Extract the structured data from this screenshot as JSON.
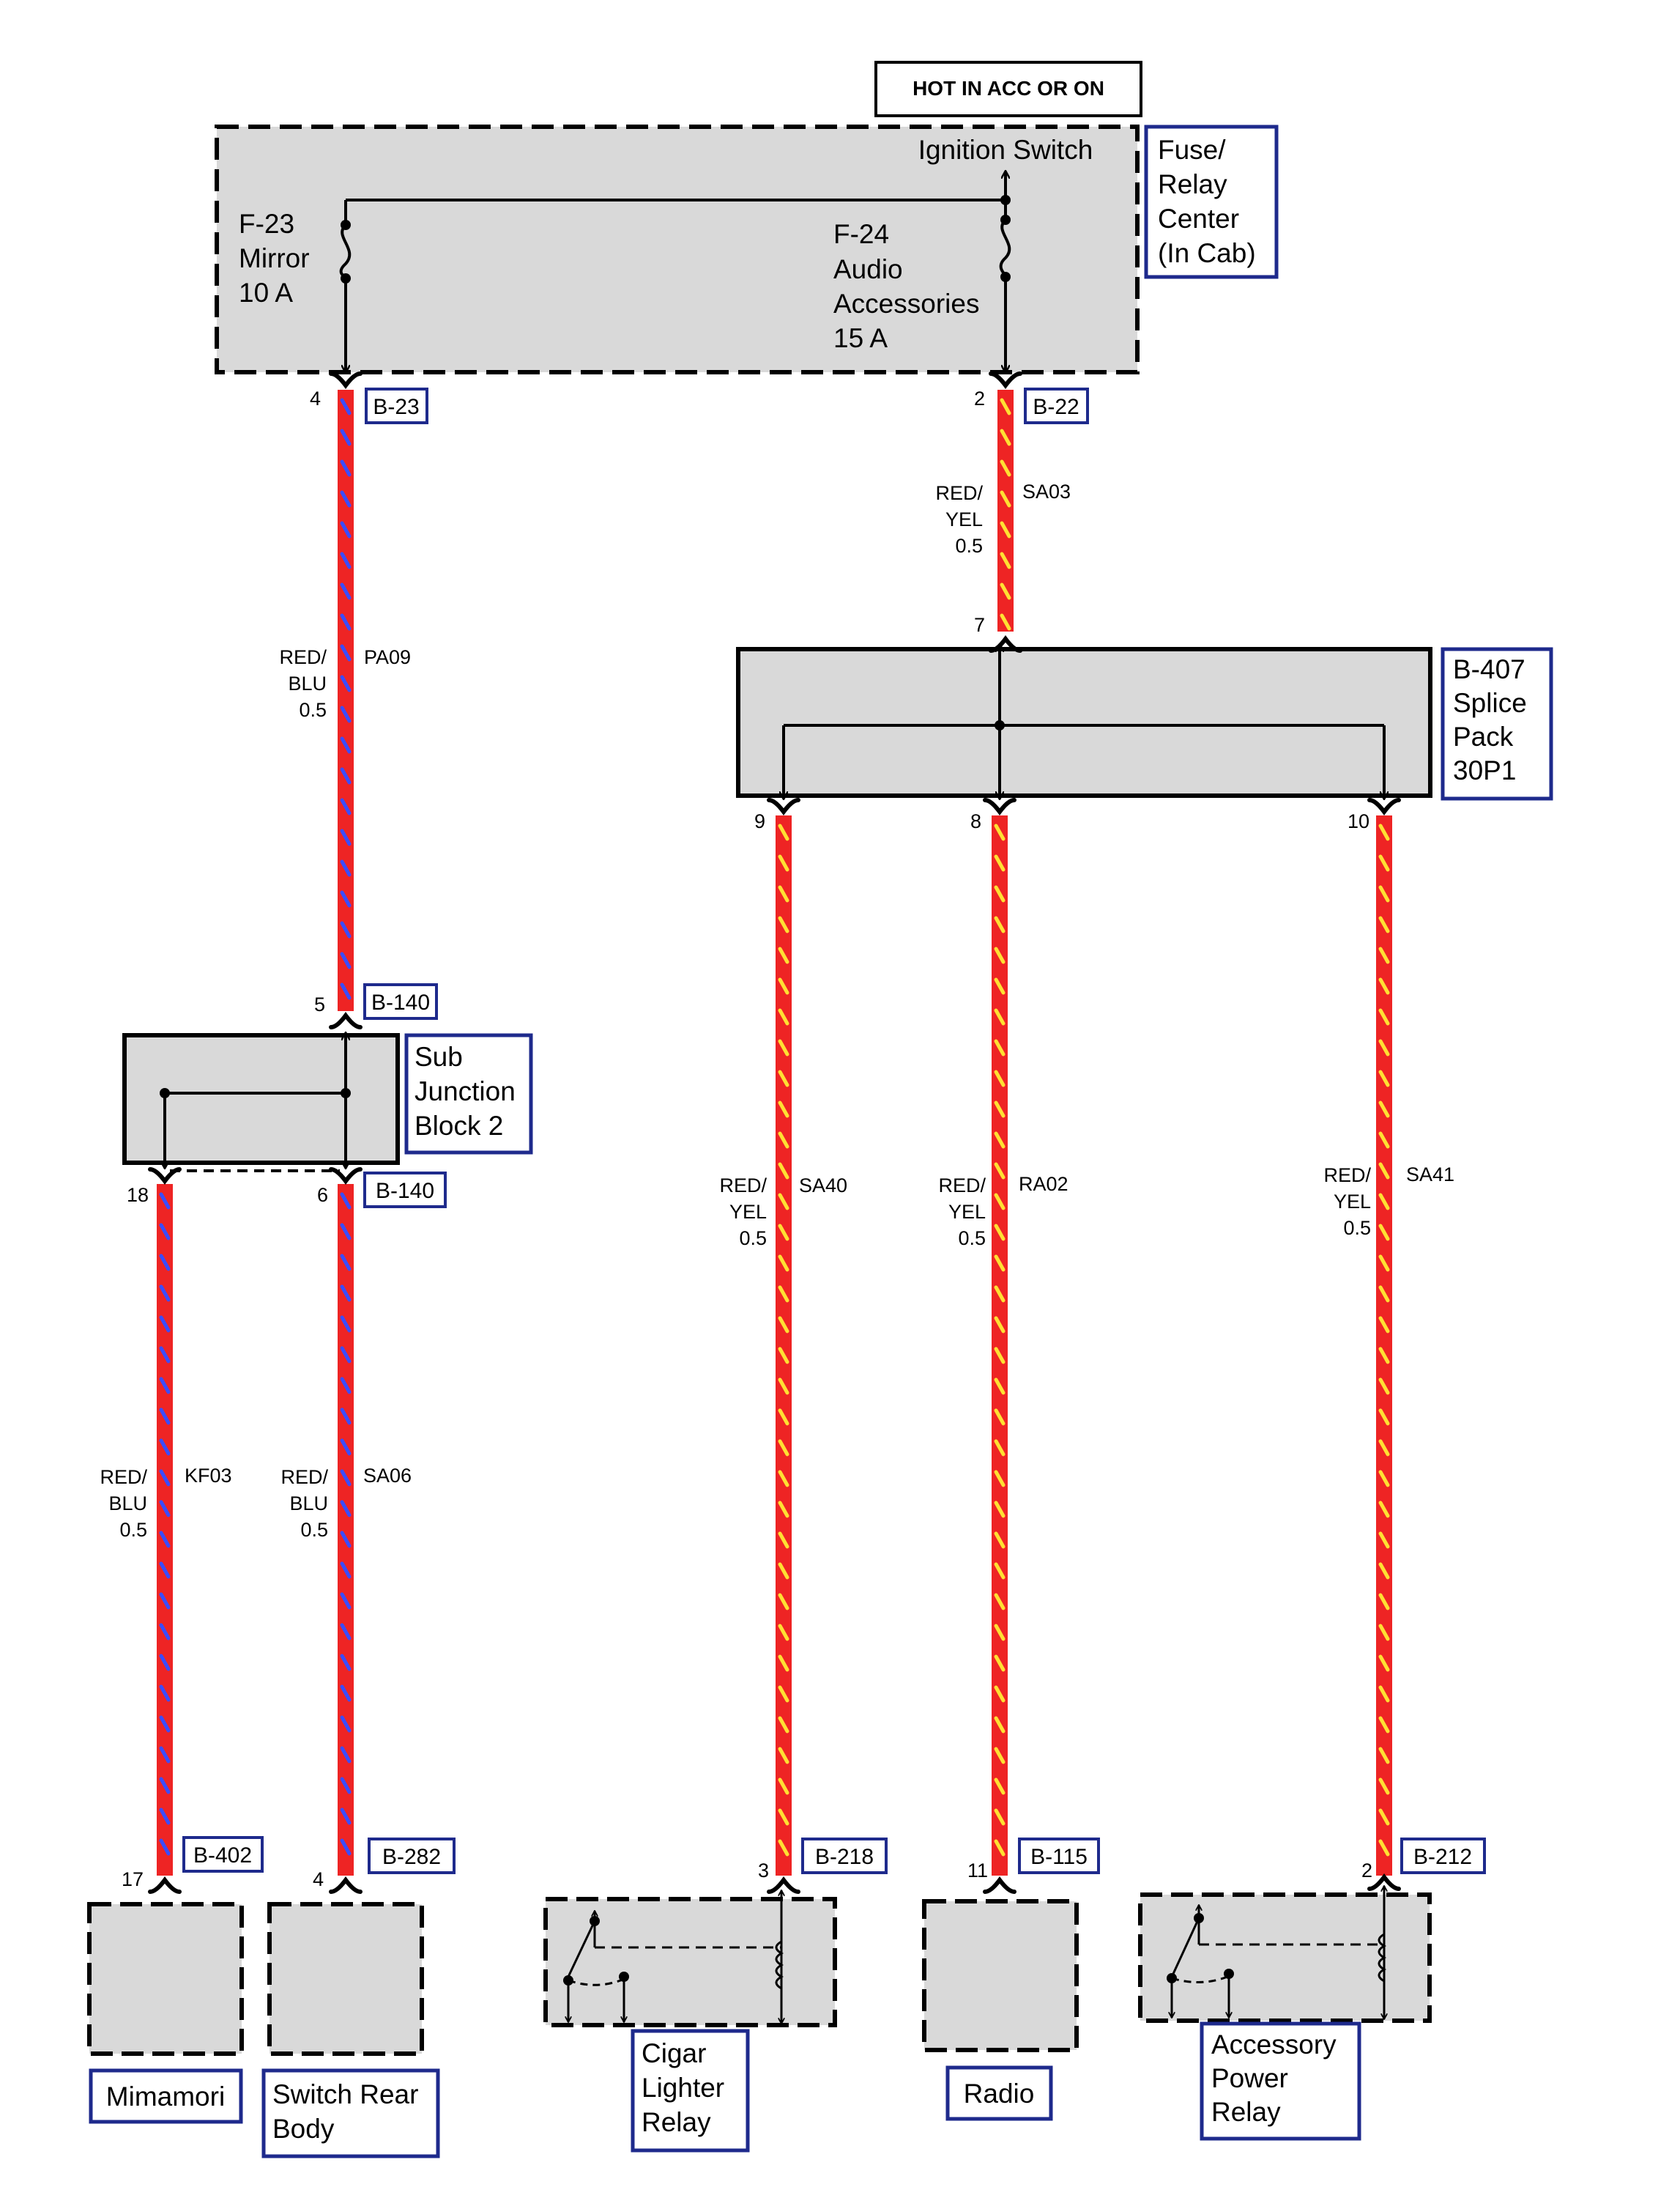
{
  "header": {
    "hot_label": "HOT IN ACC OR ON"
  },
  "fuse_center": {
    "title": [
      "Fuse/",
      "Relay",
      "Center",
      "(In Cab)"
    ],
    "ignition_label": "Ignition Switch",
    "fuse_f23": [
      "F-23",
      "Mirror",
      "10 A"
    ],
    "fuse_f24": [
      "F-24",
      "Audio",
      "Accessories",
      "15 A"
    ]
  },
  "splice_pack": {
    "title": [
      "B-407",
      "Splice",
      "Pack",
      "30P1"
    ]
  },
  "sub_junction": {
    "title": [
      "Sub",
      "Junction",
      "Block 2"
    ]
  },
  "connectors": {
    "b23": "B-23",
    "b22": "B-22",
    "b140_top": "B-140",
    "b140_bottom": "B-140",
    "b402": "B-402",
    "b282": "B-282",
    "b218": "B-218",
    "b115": "B-115",
    "b212": "B-212"
  },
  "pins": {
    "p4_top": "4",
    "p2_top": "2",
    "p7": "7",
    "p9": "9",
    "p8": "8",
    "p10": "10",
    "p5": "5",
    "p18": "18",
    "p6": "6",
    "p17": "17",
    "p4_bottom": "4",
    "p3": "3",
    "p11": "11",
    "p2_bottom": "2"
  },
  "wires": {
    "pa09": {
      "circuit": "PA09",
      "color": [
        "RED/",
        "BLU"
      ],
      "size": "0.5"
    },
    "sa03": {
      "circuit": "SA03",
      "color": [
        "RED/",
        "YEL"
      ],
      "size": "0.5"
    },
    "kf03": {
      "circuit": "KF03",
      "color": [
        "RED/",
        "BLU"
      ],
      "size": "0.5"
    },
    "sa06": {
      "circuit": "SA06",
      "color": [
        "RED/",
        "BLU"
      ],
      "size": "0.5"
    },
    "sa40": {
      "circuit": "SA40",
      "color": [
        "RED/",
        "YEL"
      ],
      "size": "0.5"
    },
    "ra02": {
      "circuit": "RA02",
      "color": [
        "RED/",
        "YEL"
      ],
      "size": "0.5"
    },
    "sa41": {
      "circuit": "SA41",
      "color": [
        "RED/",
        "YEL"
      ],
      "size": "0.5"
    }
  },
  "components": {
    "mimamori": [
      "Mimamori"
    ],
    "switch_rear_body": [
      "Switch Rear",
      "Body"
    ],
    "cigar_lighter_relay": [
      "Cigar",
      "Lighter",
      "Relay"
    ],
    "radio": [
      "Radio"
    ],
    "accessory_power_relay": [
      "Accessory",
      "Power",
      "Relay"
    ]
  },
  "colors": {
    "wire_red": "#ee2424",
    "stripe_blue": "#3a4cff",
    "stripe_yellow": "#ffe033",
    "label_border": "#1e2a8c",
    "box_fill": "#d9d9d9"
  }
}
